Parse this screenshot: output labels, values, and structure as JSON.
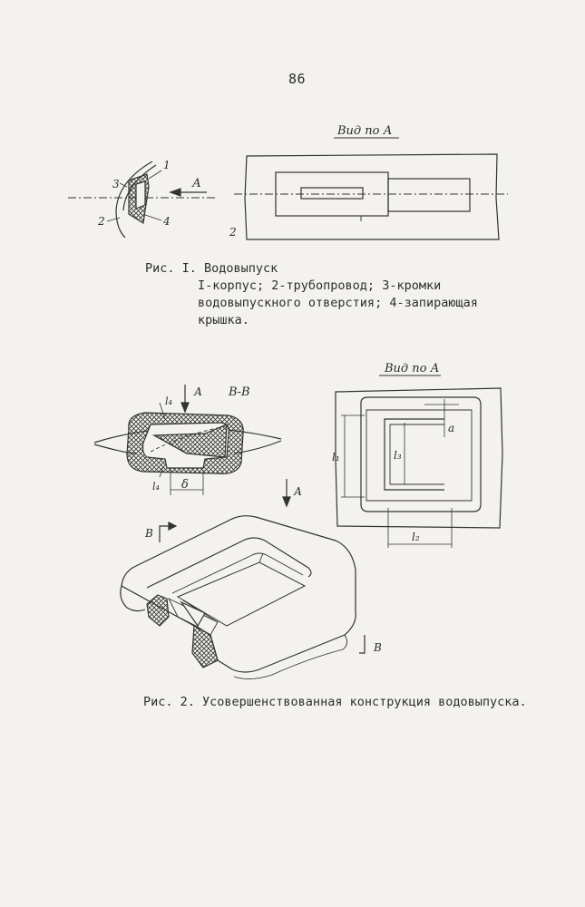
{
  "page": {
    "number": "86"
  },
  "figure1": {
    "view_title": "Вид по А",
    "label_A": "А",
    "callouts": {
      "c1": "1",
      "c2": "2",
      "c3": "3",
      "c4": "4",
      "c2b": "2"
    },
    "caption_title": "Рис. I. Водовыпуск",
    "caption_detail": "I-корпус; 2-трубопровод; 3-кромки водовыпускного отверстия; 4-запирающая крышка."
  },
  "figure2": {
    "view_title": "Вид по А",
    "section_title": "В-В",
    "label_A_top": "А",
    "label_A_mid": "А",
    "label_B_top": "В",
    "label_B_bottom": "В",
    "dims": {
      "l4_top": "l₄",
      "l4_bottom": "l₄",
      "delta": "δ",
      "l1": "l₁",
      "l3": "l₃",
      "a": "a",
      "l2": "l₂"
    },
    "caption": "Рис. 2. Усовершенствованная конструкция водовыпуска."
  }
}
